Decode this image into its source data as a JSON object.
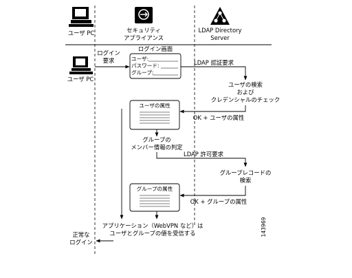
{
  "header": {
    "user_pc": "ユーザ PC",
    "appliance_line1": "セキュリティ",
    "appliance_line2": "アプライアンス",
    "ldap_line1": "LDAP Directory",
    "ldap_line2": "Server"
  },
  "left": {
    "user_pc": "ユーザ PC",
    "login_request_line1": "ログイン",
    "login_request_line2": "要求"
  },
  "login_screen": {
    "title": "ログイン画面",
    "user_field": "ユーザ:",
    "password_field": "パスワード:",
    "group_field": "グループ:"
  },
  "flow": {
    "ldap_auth_request": "LDAP 認証要求",
    "user_search_line1": "ユーザの検索",
    "user_search_line2": "および",
    "user_search_line3": "クレデンシャルのチェック",
    "user_attributes_box": "ユーザの属性",
    "ok_user_attributes": "OK + ユーザの属性",
    "group_member_line1": "グループの",
    "group_member_line2": "メンバー情報の判定",
    "ldap_authz_request": "LDAP 許可要求",
    "group_record_line1": "グループレコードの",
    "group_record_line2": "検索",
    "group_attributes_box": "グループの属性",
    "ok_group_attributes": "OK + グループの属性",
    "app_receives_line1": "アプリケーション（WebVPN など）は",
    "app_receives_line2": "ユーザとグループの値を受信する",
    "normal_login_line1": "正常な",
    "normal_login_line2": "ログイン",
    "figure_id": "143969"
  }
}
